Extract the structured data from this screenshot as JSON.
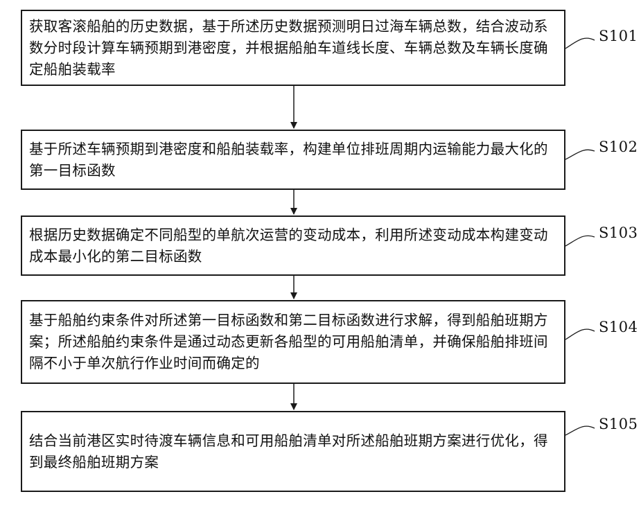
{
  "steps": [
    {
      "id": "S101",
      "text": "获取客滚船舶的历史数据，基于所述历史数据预测明日过海车辆总数，结合波动系数分时段计算车辆预期到港密度，并根据船舶车道线长度、车辆总数及车辆长度确定船舶装载率"
    },
    {
      "id": "S102",
      "text": "基于所述车辆预期到港密度和船舶装载率，构建单位排班周期内运输能力最大化的第一目标函数"
    },
    {
      "id": "S103",
      "text": "根据历史数据确定不同船型的单航次运营的变动成本，利用所述变动成本构建变动成本最小化的第二目标函数"
    },
    {
      "id": "S104",
      "text": "基于船舶约束条件对所述第一目标函数和第二目标函数进行求解，得到船舶班期方案；所述船舶约束条件是通过动态更新各船型的可用船舶清单，并确保船舶排班间隔不小于单次航行作业时间而确定的"
    },
    {
      "id": "S105",
      "text": "结合当前港区实时待渡车辆信息和可用船舶清单对所述船舶班期方案进行优化，得到最终船舶班期方案"
    }
  ]
}
